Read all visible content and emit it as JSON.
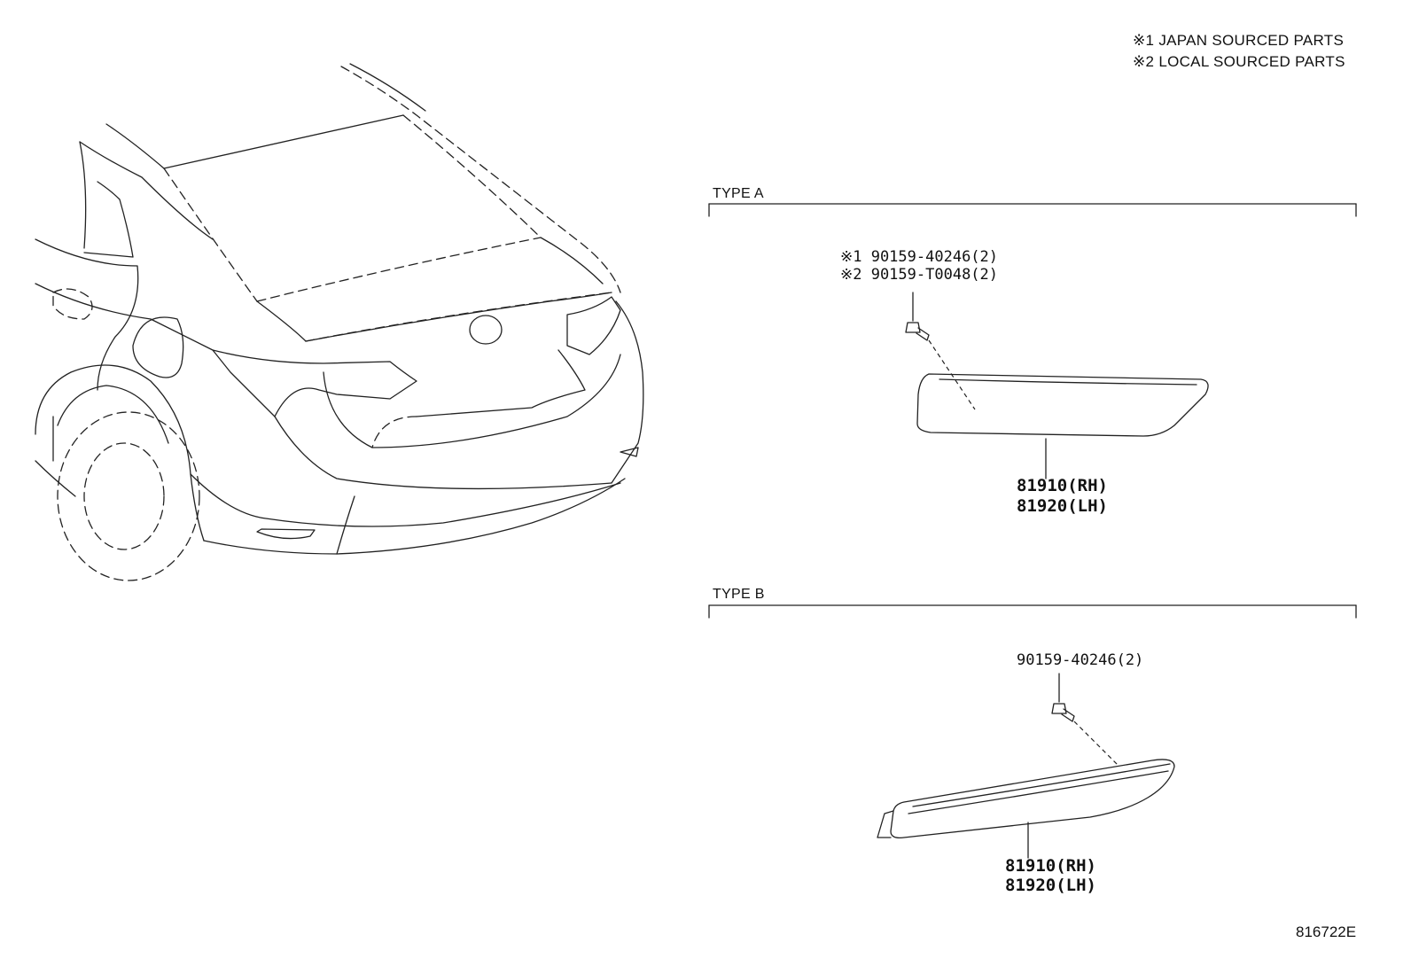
{
  "legend": {
    "note1": "※1 JAPAN SOURCED PARTS",
    "note2": "※2 LOCAL SOURCED PARTS"
  },
  "type_a": {
    "label": "TYPE A",
    "bolt_line1": "※1 90159-40246(2)",
    "bolt_line2": "※2 90159-T0048(2)",
    "part_rh": "81910(RH)",
    "part_lh": "81920(LH)"
  },
  "type_b": {
    "label": "TYPE B",
    "bolt_line1": "90159-40246(2)",
    "part_rh": "81910(RH)",
    "part_lh": "81920(LH)"
  },
  "illustration_code": "816722E"
}
